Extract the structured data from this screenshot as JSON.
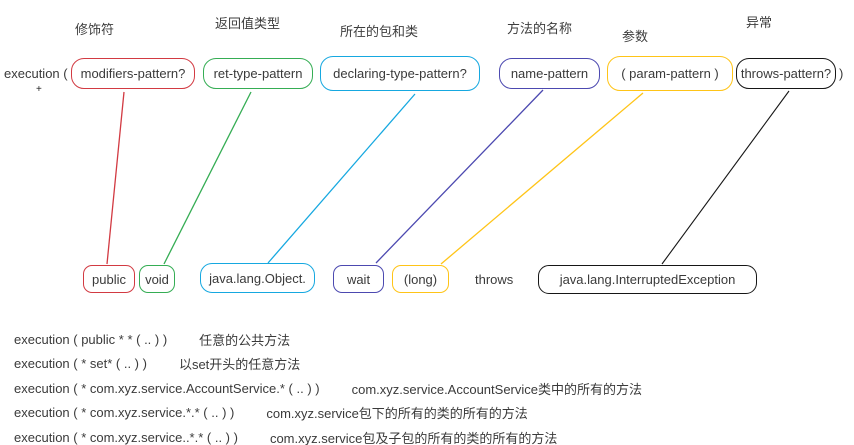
{
  "colors": {
    "red": "#d23a42",
    "green": "#35ad54",
    "cyan": "#16a8e0",
    "indigo": "#4c49b0",
    "gold": "#ffc417",
    "black": "#161616"
  },
  "diagram": {
    "execution_prefix": "execution (",
    "closing_paren": ")",
    "plus_mark": "+",
    "throws_keyword": "throws",
    "labels": [
      {
        "text": "修饰符"
      },
      {
        "text": "返回值类型"
      },
      {
        "text": "所在的包和类"
      },
      {
        "text": "方法的名称"
      },
      {
        "text": "参数"
      },
      {
        "text": "异常"
      }
    ],
    "patterns": [
      {
        "text": "modifiers-pattern?",
        "color": "#d23a42",
        "example": "public"
      },
      {
        "text": "ret-type-pattern",
        "color": "#35ad54",
        "example": "void"
      },
      {
        "text": "declaring-type-pattern?",
        "color": "#16a8e0",
        "example": "java.lang.Object."
      },
      {
        "text": "name-pattern",
        "color": "#4c49b0",
        "example": "wait"
      },
      {
        "text": "( param-pattern )",
        "color": "#ffc417",
        "example": "(long)"
      },
      {
        "text": "throws-pattern?",
        "color": "#161616",
        "example": "java.lang.InterruptedException"
      }
    ]
  },
  "examples": [
    {
      "code": "execution ( public * * ( .. ) )",
      "desc": "任意的公共方法"
    },
    {
      "code": "execution ( * set* ( .. ) )",
      "desc": "以set开头的任意方法"
    },
    {
      "code": "execution ( * com.xyz.service.AccountService.* ( .. ) )",
      "desc": "com.xyz.service.AccountService类中的所有的方法"
    },
    {
      "code": "execution ( * com.xyz.service.*.* ( .. ) )",
      "desc": "com.xyz.service包下的所有的类的所有的方法"
    },
    {
      "code": "execution ( * com.xyz.service..*.* ( .. ) )",
      "desc": "com.xyz.service包及子包的所有的类的所有的方法"
    }
  ]
}
